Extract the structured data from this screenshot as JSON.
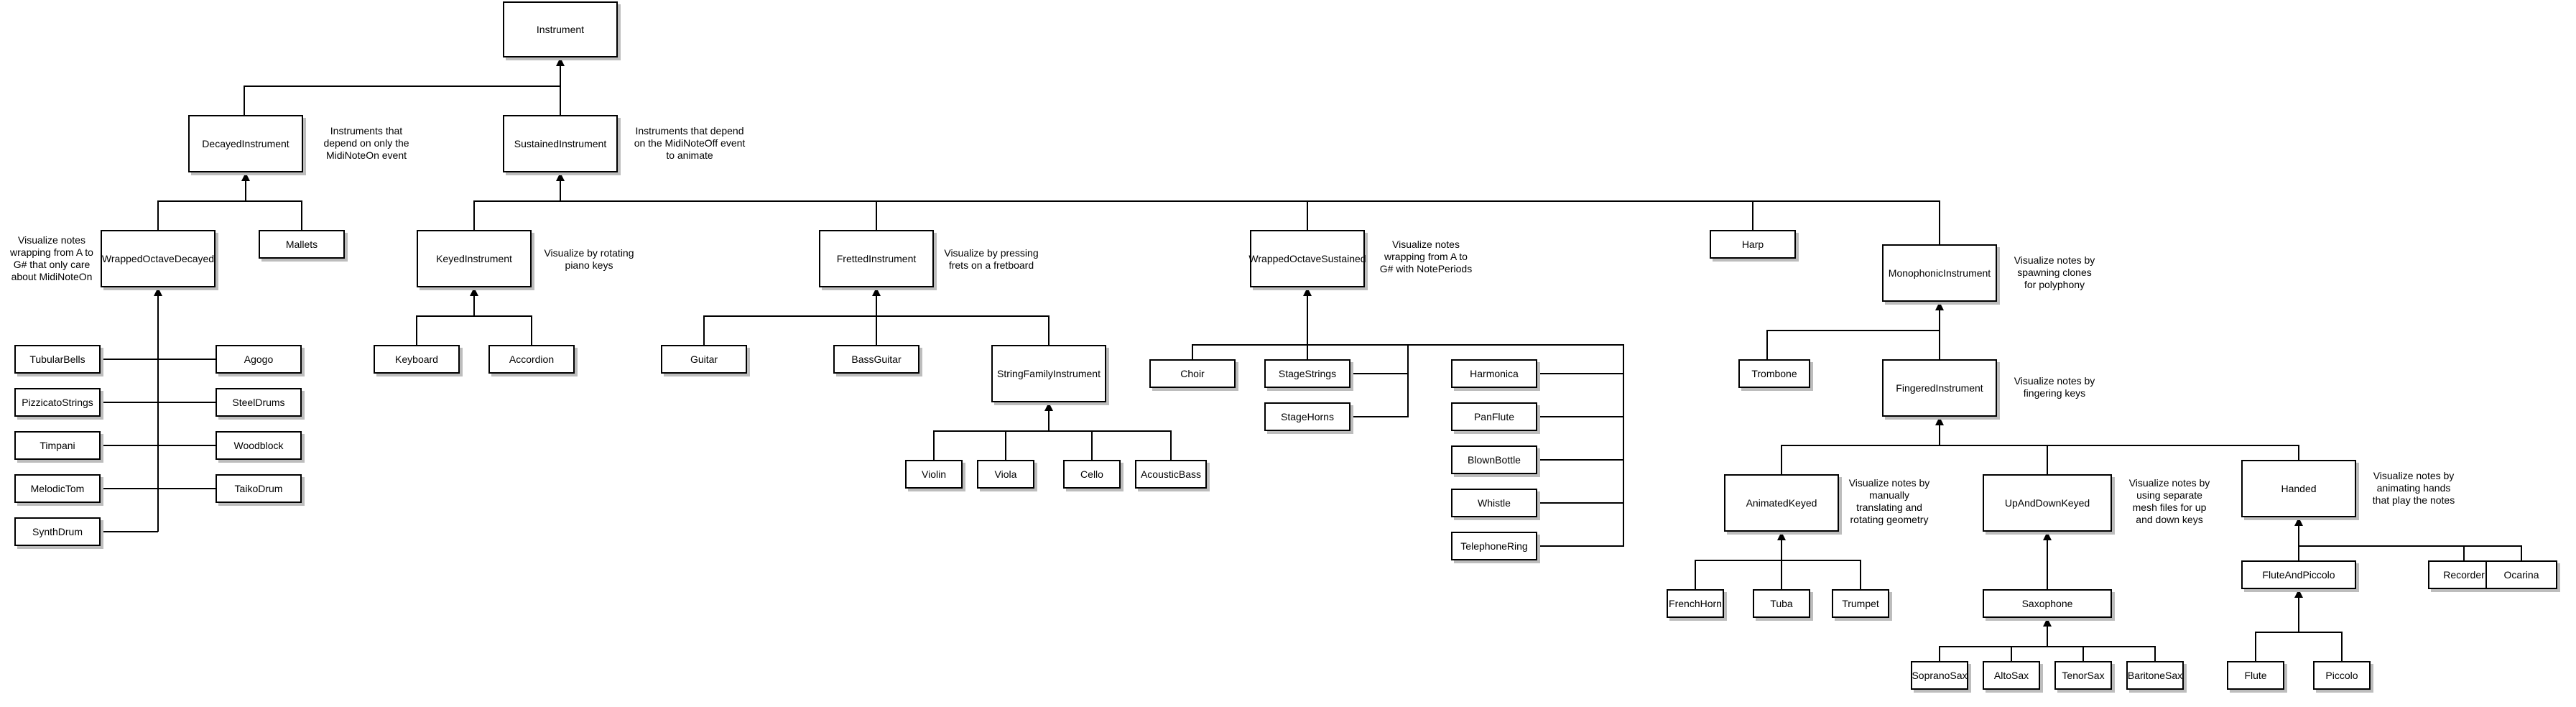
{
  "nodes": {
    "instrument": "Instrument",
    "decayed": "DecayedInstrument",
    "sustained": "SustainedInstrument",
    "wrapped_decayed": "WrappedOctaveDecayed",
    "mallets": "Mallets",
    "keyed": "KeyedInstrument",
    "fretted": "FrettedInstrument",
    "wrapped_sustained": "WrappedOctaveSustained",
    "harp": "Harp",
    "monophonic": "MonophonicInstrument",
    "tubular_bells": "TubularBells",
    "pizzicato_strings": "PizzicatoStrings",
    "timpani": "Timpani",
    "melodic_tom": "MelodicTom",
    "synth_drum": "SynthDrum",
    "agogo": "Agogo",
    "steel_drums": "SteelDrums",
    "woodblock": "Woodblock",
    "taiko_drum": "TaikoDrum",
    "keyboard": "Keyboard",
    "accordion": "Accordion",
    "guitar": "Guitar",
    "bass_guitar": "BassGuitar",
    "string_family": "StringFamilyInstrument",
    "violin": "Violin",
    "viola": "Viola",
    "cello": "Cello",
    "acoustic_bass": "AcousticBass",
    "choir": "Choir",
    "stage_strings": "StageStrings",
    "stage_horns": "StageHorns",
    "harmonica": "Harmonica",
    "pan_flute": "PanFlute",
    "blown_bottle": "BlownBottle",
    "whistle": "Whistle",
    "telephone_ring": "TelephoneRing",
    "trombone": "Trombone",
    "fingered": "FingeredInstrument",
    "animated_keyed": "AnimatedKeyed",
    "up_down_keyed": "UpAndDownKeyed",
    "handed": "Handed",
    "french_horn": "FrenchHorn",
    "tuba": "Tuba",
    "trumpet": "Trumpet",
    "saxophone": "Saxophone",
    "soprano_sax": "SopranoSax",
    "alto_sax": "AltoSax",
    "tenor_sax": "TenorSax",
    "baritone_sax": "BaritoneSax",
    "flute_and_piccolo": "FluteAndPiccolo",
    "recorder": "Recorder",
    "ocarina": "Ocarina",
    "flute": "Flute",
    "piccolo": "Piccolo"
  },
  "notes": {
    "decayed": "Instruments that\ndepend on only the\nMidiNoteOn event",
    "sustained": "Instruments that depend\non the MidiNoteOff event\nto animate",
    "wrapped_decayed": "Visualize notes\nwrapping from A to\nG# that only care\nabout MidiNoteOn",
    "keyed": "Visualize by rotating\npiano keys",
    "fretted": "Visualize by pressing\nfrets on a fretboard",
    "wrapped_sustained": "Visualize notes\nwrapping from A to\nG# with NotePeriods",
    "monophonic": "Visualize notes by\nspawning clones\nfor polyphony",
    "fingered": "Visualize notes by\nfingering keys",
    "animated_keyed": "Visualize notes by\nmanually\ntranslating and\nrotating geometry",
    "up_down_keyed": "Visualize notes by\nusing separate\nmesh files for up\nand down keys",
    "handed": "Visualize notes by\nanimating hands\nthat play the notes"
  },
  "colors": {
    "line": "#000000",
    "shadow": "#bdbdbd",
    "background": "#ffffff"
  }
}
